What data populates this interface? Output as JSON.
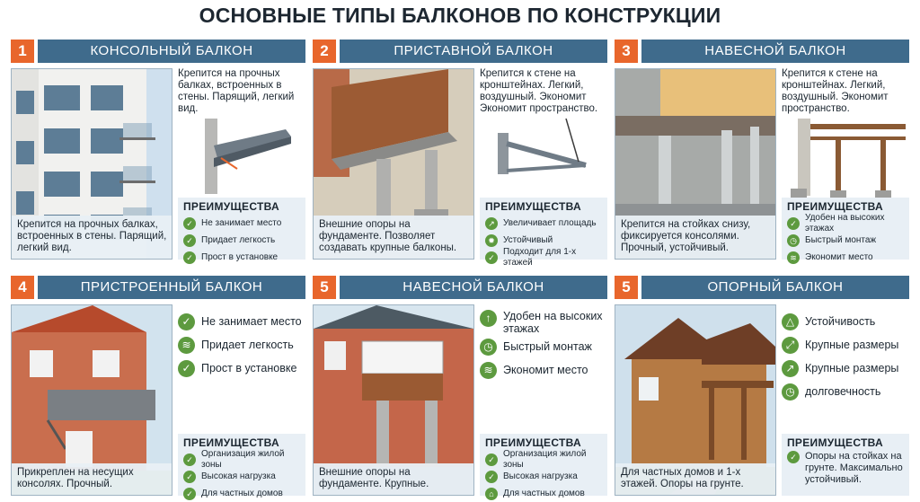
{
  "title": "ОСНОВНЫЕ ТИПЫ БАЛКОНОВ ПО КОНСТРУКЦИИ",
  "adv_heading": "ПРЕИМУЩЕСТВА",
  "colors": {
    "accent": "#e8662c",
    "header": "#3f6b8c",
    "check": "#5d9a3f",
    "panel": "#e8eff5"
  },
  "cards": [
    {
      "num": "1",
      "name": "КОНСОЛЬНЫЙ БАЛКОН",
      "desc": "Крепится на прочных балках, встроенных в стены. Парящий, легкий вид.",
      "caption": "Крепится на прочных балках, встроенных в стены. Парящий, легкий вид.",
      "advantages": [
        {
          "icon": "check-icon",
          "text": "Не занимает место"
        },
        {
          "icon": "check-icon",
          "text": "Придает легкость"
        },
        {
          "icon": "check-icon",
          "text": "Прост в установке"
        }
      ]
    },
    {
      "num": "2",
      "name": "ПРИСТАВНОЙ БАЛКОН",
      "desc": "Крепится к стене на кронштейнах. Легкий, воздушный. Экономит Экономит пространство.",
      "caption": "Внешние опоры на фундаменте. Позволяет создавать крупные балконы.",
      "advantages": [
        {
          "icon": "area-icon",
          "text": "Увеличивает площадь"
        },
        {
          "icon": "gear-icon",
          "text": "Устойчивый"
        },
        {
          "icon": "check-icon",
          "text": "Подходит для 1-х этажей"
        }
      ]
    },
    {
      "num": "3",
      "name": "НАВЕСНОЙ БАЛКОН",
      "desc": "Крепится к стене на кронштейнах. Легкий, воздушный. Экономит пространство.",
      "caption": "Крепится на стойках снизу, фиксируется консолями. Прочный, устойчивый.",
      "advantages": [
        {
          "icon": "check-icon",
          "text": "Удобен на высоких этажах"
        },
        {
          "icon": "clock-icon",
          "text": "Быстрый монтаж"
        },
        {
          "icon": "wave-icon",
          "text": "Экономит место"
        }
      ]
    },
    {
      "num": "4",
      "name": "ПРИСТРОЕННЫЙ БАЛКОН",
      "caption": "Прикреплен на несущих консолях. Прочный.",
      "features": [
        {
          "icon": "check-icon",
          "text": "Не занимает место"
        },
        {
          "icon": "wave-icon",
          "text": "Придает легкость"
        },
        {
          "icon": "check-icon",
          "text": "Прост в установке"
        }
      ],
      "advantages": [
        {
          "icon": "check-icon",
          "text": "Организация жилой зоны"
        },
        {
          "icon": "check-icon",
          "text": "Высокая нагрузка"
        },
        {
          "icon": "check-icon",
          "text": "Для частных домов"
        }
      ]
    },
    {
      "num": "5",
      "name": "НАВЕСНОЙ БАЛКОН",
      "caption": "Внешние опоры на фундаменте. Крупные.",
      "features": [
        {
          "icon": "arrow-up-icon",
          "text": "Удобен на высоких этажах"
        },
        {
          "icon": "clock-icon",
          "text": "Быстрый монтаж"
        },
        {
          "icon": "wave-icon",
          "text": "Экономит место"
        }
      ],
      "advantages": [
        {
          "icon": "check-icon",
          "text": "Организация жилой зоны"
        },
        {
          "icon": "check-icon",
          "text": "Высокая нагрузка"
        },
        {
          "icon": "home-icon",
          "text": "Для частных домов"
        }
      ]
    },
    {
      "num": "5",
      "name": "ОПОРНЫЙ БАЛКОН",
      "caption": "Для частных домов и 1-х этажей. Опоры на грунте.",
      "features": [
        {
          "icon": "triangle-icon",
          "text": "Устойчивость"
        },
        {
          "icon": "expand-icon",
          "text": "Крупные размеры"
        },
        {
          "icon": "arrow-diagonal-icon",
          "text": "Крупные размеры"
        },
        {
          "icon": "clock-icon",
          "text": "долговечность"
        }
      ],
      "advantages": [
        {
          "icon": "check-icon",
          "text": "Опоры на стойках на грунте. Максимально устойчивый."
        }
      ]
    }
  ]
}
